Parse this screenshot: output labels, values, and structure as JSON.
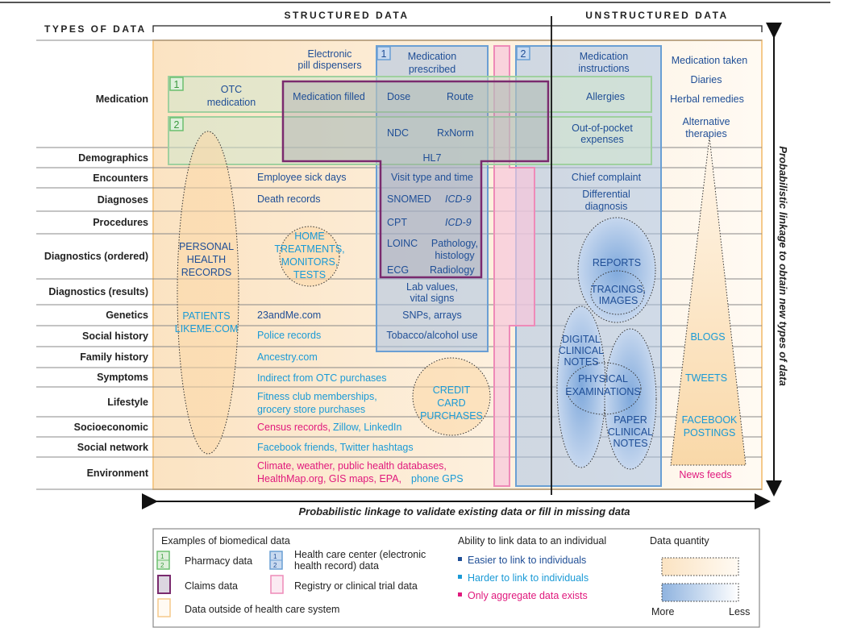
{
  "headers": {
    "structured": "STRUCTURED DATA",
    "unstructured": "UNSTRUCTURED DATA",
    "types": "TYPES OF DATA"
  },
  "rows": [
    "Medication",
    "Demographics",
    "Encounters",
    "Diagnoses",
    "Procedures",
    "Diagnostics (ordered)",
    "Diagnostics (results)",
    "Genetics",
    "Social history",
    "Family history",
    "Symptoms",
    "Lifestyle",
    "Socioeconomic",
    "Social network",
    "Environment"
  ],
  "box_numbers": {
    "green1": "1",
    "green2": "2",
    "blue1": "1",
    "blue2": "2"
  },
  "outside": {
    "pill1": "Electronic",
    "pill2": "pill dispensers",
    "otc1": "OTC",
    "otc2": "medication",
    "phr1": "PERSONAL",
    "phr2": "HEALTH",
    "phr3": "RECORDS",
    "plm1": "PATIENTS",
    "plm2": "LIKEME.COM",
    "home1": "HOME",
    "home2": "TREATMENTS,",
    "home3": "MONITORS,",
    "home4": "TESTS",
    "sick": "Employee sick days",
    "death": "Death records",
    "genome": "23andMe.com",
    "police": "Police records",
    "ancestry": "Ancestry.com",
    "otc_purchases": "Indirect from OTC purchases",
    "fitness1": "Fitness club memberships,",
    "fitness2": "grocery store purchases",
    "census": "Census records,",
    "zillow": "Zillow, LinkedIn",
    "fb_friends": "Facebook friends, Twitter hashtags",
    "env1": "Climate, weather, public health databases,",
    "env2": "HealthMap.org, GIS maps, EPA,",
    "env3": "phone GPS",
    "credit1": "CREDIT",
    "credit2": "CARD",
    "credit3": "PURCHASES"
  },
  "claims": {
    "filled": "Medication filled"
  },
  "ehr": {
    "presc1": "Medication",
    "presc2": "prescribed",
    "dose": "Dose",
    "route": "Route",
    "ndc": "NDC",
    "rxnorm": "RxNorm",
    "hl7": "HL7",
    "visit": "Visit type and time",
    "snomed": "SNOMED",
    "icd9a": "ICD-9",
    "cpt": "CPT",
    "icd9b": "ICD-9",
    "loinc": "LOINC",
    "path1": "Pathology,",
    "path2": "histology",
    "ecg": "ECG",
    "radiology": "Radiology",
    "lab1": "Lab values,",
    "lab2": "vital signs",
    "snps": "SNPs, arrays",
    "tobacco": "Tobacco/alcohol use"
  },
  "unstructured": {
    "instr1": "Medication",
    "instr2": "instructions",
    "allergies": "Allergies",
    "oop1": "Out-of-pocket",
    "oop2": "expenses",
    "chief": "Chief complaint",
    "diff1": "Differential",
    "diff2": "diagnosis",
    "reports": "REPORTS",
    "trac1": "TRACINGS,",
    "trac2": "IMAGES",
    "dig1": "DIGITAL",
    "dig2": "CLINICAL",
    "dig3": "NOTES",
    "phys1": "PHYSICAL",
    "phys2": "EXAMINATIONS",
    "pap1": "PAPER",
    "pap2": "CLINICAL",
    "pap3": "NOTES",
    "taken": "Medication taken",
    "diaries": "Diaries",
    "herbal": "Herbal remedies",
    "alt1": "Alternative",
    "alt2": "therapies",
    "blogs": "BLOGS",
    "tweets": "TWEETS",
    "fb1": "FACEBOOK",
    "fb2": "POSTINGS",
    "news": "News feeds"
  },
  "axes": {
    "horizontal": "Probabilistic linkage to validate existing data or fill in missing data",
    "vertical": "Probabilistic linkage to obtain new types of data"
  },
  "legend": {
    "title1": "Examples of biomedical data",
    "pharmacy": "Pharmacy data",
    "ehr1": "Health care center (electronic",
    "ehr2": "health record) data",
    "claims": "Claims data",
    "registry": "Registry or clinical trial data",
    "outside": "Data outside of health care system",
    "title2": "Ability to link data to an individual",
    "easier": "Easier to link to individuals",
    "harder": "Harder to link to individuals",
    "aggregate": "Only aggregate data exists",
    "title3": "Data quantity",
    "more": "More",
    "less": "Less",
    "n1": "1",
    "n2": "2"
  },
  "colors": {
    "dark_blue": "#1f4e96",
    "light_blue": "#1a9ad6",
    "magenta": "#e0197d",
    "orange": "#f5c98a",
    "green": "#7cc47f",
    "purple": "#7a2a6e",
    "pink": "#ee8ab8",
    "ehr_blue": "#6a9fd4"
  }
}
